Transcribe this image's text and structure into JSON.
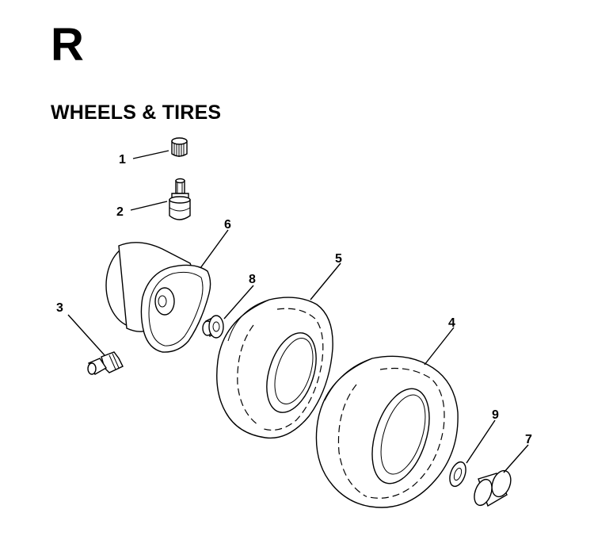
{
  "header": {
    "section_letter": "R",
    "title": "WHEELS & TIRES"
  },
  "callouts": {
    "c1": "1",
    "c2": "2",
    "c3": "3",
    "c4": "4",
    "c5": "5",
    "c6": "6",
    "c7": "7",
    "c8": "8",
    "c9": "9"
  }
}
